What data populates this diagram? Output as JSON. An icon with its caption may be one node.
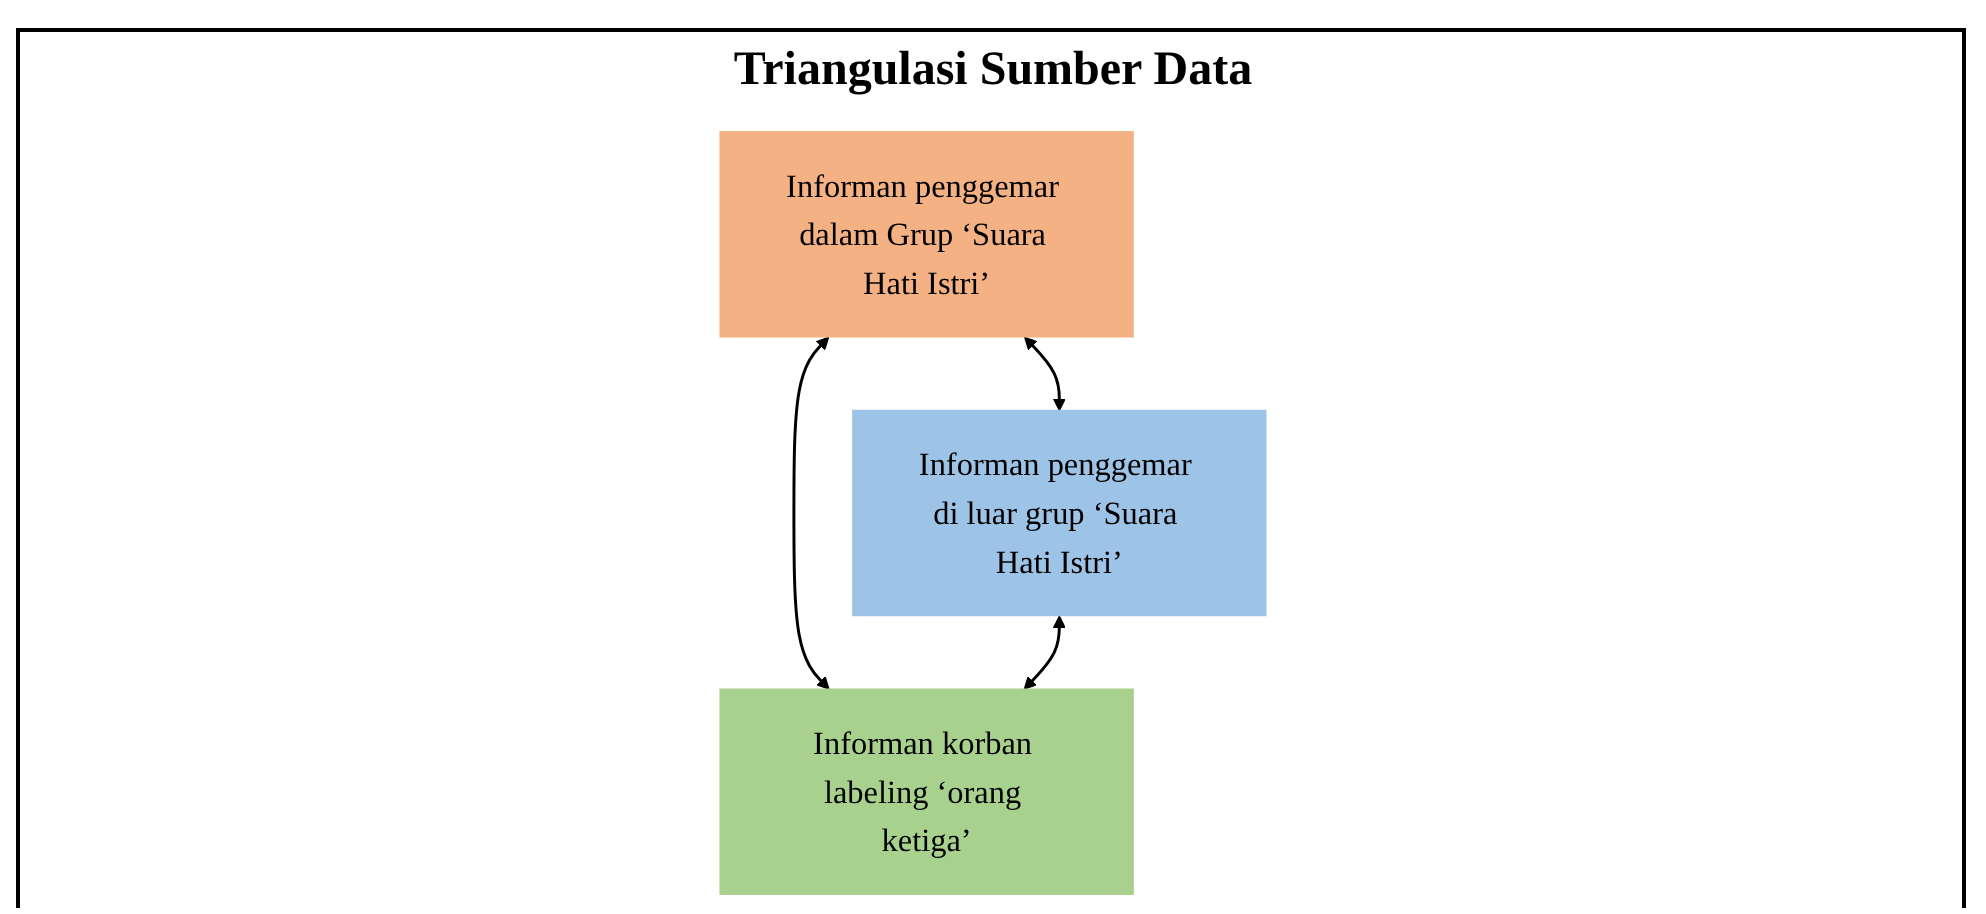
{
  "diagram": {
    "title": "Triangulasi Sumber Data",
    "nodes": [
      {
        "text": [
          "Informan penggemar dalam Grup ‘Suara Hati Istri’"
        ]
      },
      {
        "text": [
          "Informan penggemar di luar grup ‘Suara Hati Istri’"
        ]
      },
      {
        "text": [
          "Informan korban labeling ‘orang ketiga’"
        ]
      }
    ],
    "edges": [
      {
        "from": 0,
        "to": 1,
        "arrow": "both"
      },
      {
        "from": 0,
        "to": 2,
        "arrow": "both"
      },
      {
        "from": 1,
        "to": 2,
        "arrow": "both"
      }
    ]
  }
}
